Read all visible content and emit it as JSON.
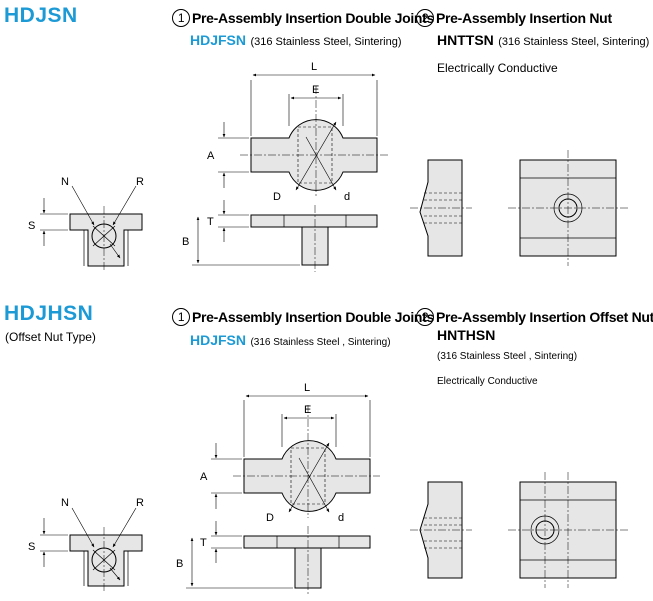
{
  "top": {
    "code": "HDJSN",
    "item1": {
      "num": "1",
      "title": "Pre-Assembly Insertion Double Joints",
      "code": "HDJFSN",
      "material": "(316 Stainless Steel, Sintering)"
    },
    "item2": {
      "num": "2",
      "title": "Pre-Assembly Insertion Nut",
      "code": "HNTTSN",
      "material": "(316 Stainless Steel, Sintering)",
      "note": "Electrically Conductive"
    }
  },
  "bottom": {
    "code": "HDJHSN",
    "subtitle": "(Offset Nut Type)",
    "item1": {
      "num": "1",
      "title": "Pre-Assembly Insertion Double Joints",
      "code": "HDJFSN",
      "material": "(316 Stainless Steel , Sintering)"
    },
    "item2": {
      "num": "2",
      "title": "Pre-Assembly Insertion Offset Nuts",
      "code": "HNTHSN",
      "material": "(316 Stainless Steel , Sintering)",
      "note": "Electrically Conductive"
    }
  },
  "dims": {
    "L": "L",
    "E": "E",
    "A": "A",
    "D": "D",
    "d": "d",
    "T": "T",
    "B": "B",
    "N": "N",
    "R": "R",
    "S": "S"
  },
  "colors": {
    "accent": "#1c9ad6",
    "part_fill": "#e6e6e6"
  }
}
